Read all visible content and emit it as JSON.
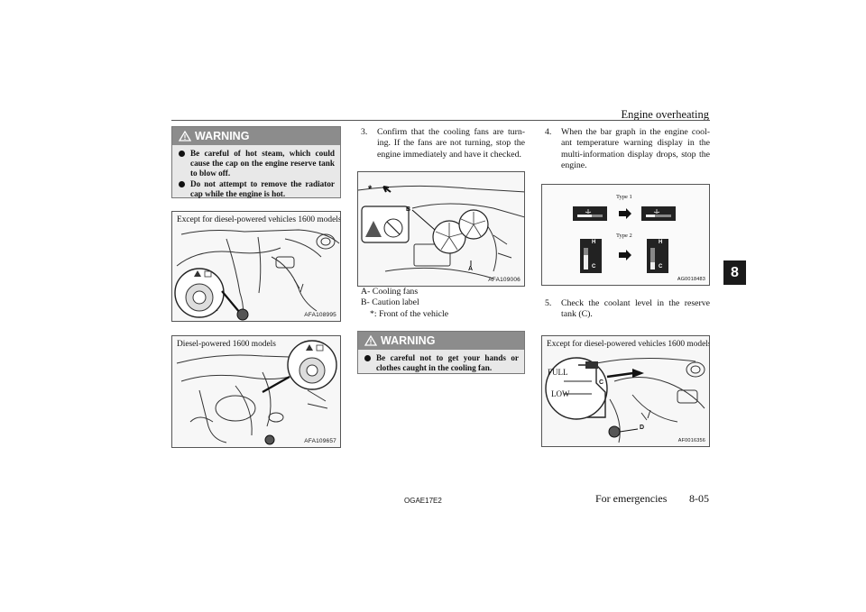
{
  "header": {
    "title": "Engine overheating",
    "chapter_tab": "8"
  },
  "warnings": [
    {
      "heading": "WARNING",
      "items": [
        "Be careful of hot steam, which could cause the cap on the engine reserve tank to blow off.",
        "Do not attempt to remove the radiator cap while the engine is hot."
      ]
    },
    {
      "heading": "WARNING",
      "items": [
        "Be careful not to get your hands or clothes caught in the cooling fan."
      ]
    }
  ],
  "figures": {
    "fig1": {
      "caption": "Except for diesel-powered vehicles 1600 models",
      "code": "AFA108995"
    },
    "fig2": {
      "caption": "Diesel-powered 1600 models",
      "code": "AFA109657"
    },
    "fig3": {
      "code": "AFA109006",
      "labels": {
        "star": "*",
        "a": "A",
        "b": "B"
      }
    },
    "fig4": {
      "code": "AG0018483",
      "type1": "Type 1",
      "type2": "Type 2",
      "c": "C",
      "h": "H"
    },
    "fig5": {
      "caption": "Except for diesel-powered vehicles 1600 models",
      "code": "AF0016356",
      "full": "FULL",
      "low": "LOW",
      "c": "C",
      "d": "D"
    }
  },
  "steps": {
    "s3": {
      "num": "3.",
      "text": "Confirm that the cooling fans are turn-ing. If the fans are not turning, stop the engine immediately and have it checked."
    },
    "s4": {
      "num": "4.",
      "text": "When the bar graph in the engine cool-ant temperature warning display in the multi-information display drops, stop the engine."
    },
    "s5": {
      "num": "5.",
      "text": "Check the coolant level in the reserve tank (C)."
    }
  },
  "legend": [
    "A- Cooling fans",
    "B- Caution label",
    "*: Front of the vehicle"
  ],
  "footer": {
    "code": "OGAE17E2",
    "section": "For emergencies",
    "page": "8-05"
  }
}
